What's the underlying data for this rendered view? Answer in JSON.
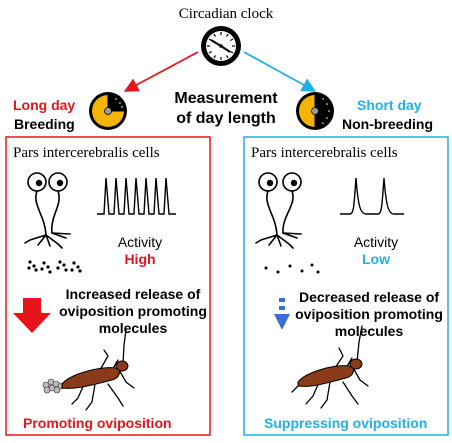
{
  "header": {
    "title": "Circadian clock",
    "measurement_line1": "Measurement",
    "measurement_line2": "of day length"
  },
  "left": {
    "condition": "Long day",
    "state": "Breeding",
    "panel_title": "Pars intercerebralis cells",
    "activity_label": "Activity",
    "activity_value": "High",
    "release_line1": "Increased release of",
    "release_line2": "oviposition promoting",
    "release_line3": "molecules",
    "outcome": "Promoting oviposition"
  },
  "right": {
    "condition": "Short day",
    "state": "Non-breeding",
    "panel_title": "Pars intercerebralis cells",
    "activity_label": "Activity",
    "activity_value": "Low",
    "release_line1": "Decreased release of",
    "release_line2": "oviposition promoting",
    "release_line3": "molecules",
    "outcome": "Suppressing oviposition"
  },
  "colors": {
    "red": "#e8141b",
    "blue": "#1fb1e6",
    "dial_orange": "#f5b400",
    "insect_brown": "#8b3a1a",
    "arrow_blue": "#3a6fd6"
  },
  "icons": {
    "clock": "clock-icon",
    "long_day_dial": "long-day-dial-icon",
    "short_day_dial": "short-day-dial-icon",
    "neuron": "neuron-icon",
    "spikes": "spike-train-icon",
    "insect": "insect-icon"
  }
}
